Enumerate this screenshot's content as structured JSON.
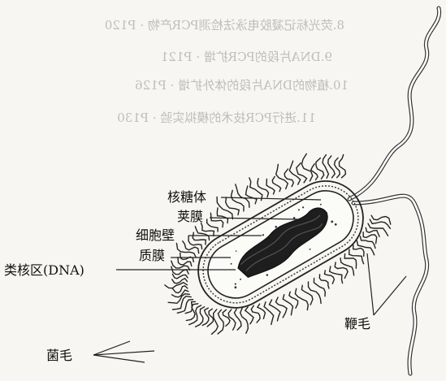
{
  "bleed_through": {
    "lines": [
      "8.荧光标记凝胶电泳法检测PCR产物 · P120",
      "9.DNA片段的PCR扩增 · P121",
      "10.植物的DNA片段的体外扩增 · P126",
      "11.进行PCR技术的模拟实验 · P130"
    ]
  },
  "labels": {
    "ribosome": "核糖体",
    "capsule": "荚膜",
    "cell_wall": "细胞壁",
    "cell_membrane": "质膜",
    "nucleoid": "类核区(DNA)",
    "pili": "菌毛",
    "flagellum": "鞭毛"
  }
}
